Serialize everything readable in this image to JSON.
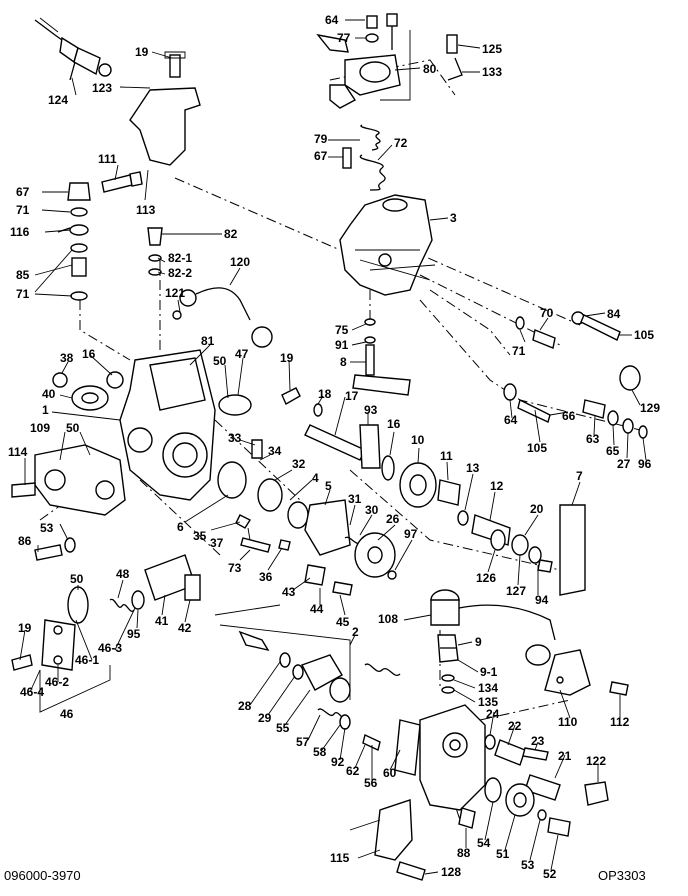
{
  "footer": {
    "left": "096000-3970",
    "right": "OP3303"
  },
  "labels": [
    {
      "id": "l124",
      "text": "124"
    },
    {
      "id": "l19a",
      "text": "19"
    },
    {
      "id": "l123",
      "text": "123"
    },
    {
      "id": "l64a",
      "text": "64"
    },
    {
      "id": "l77",
      "text": "77"
    },
    {
      "id": "l80",
      "text": "80"
    },
    {
      "id": "l125",
      "text": "125"
    },
    {
      "id": "l133",
      "text": "133"
    },
    {
      "id": "l79",
      "text": "79"
    },
    {
      "id": "l72",
      "text": "72"
    },
    {
      "id": "l67a",
      "text": "67"
    },
    {
      "id": "l111",
      "text": "111"
    },
    {
      "id": "l113",
      "text": "113"
    },
    {
      "id": "l67b",
      "text": "67"
    },
    {
      "id": "l71a",
      "text": "71"
    },
    {
      "id": "l116",
      "text": "116"
    },
    {
      "id": "l85",
      "text": "85"
    },
    {
      "id": "l71b",
      "text": "71"
    },
    {
      "id": "l3",
      "text": "3"
    },
    {
      "id": "l82",
      "text": "82"
    },
    {
      "id": "l821",
      "text": "82-1"
    },
    {
      "id": "l822",
      "text": "82-2"
    },
    {
      "id": "l120",
      "text": "120"
    },
    {
      "id": "l121",
      "text": "121"
    },
    {
      "id": "l84",
      "text": "84"
    },
    {
      "id": "l70",
      "text": "70"
    },
    {
      "id": "l105a",
      "text": "105"
    },
    {
      "id": "l71c",
      "text": "71"
    },
    {
      "id": "l75",
      "text": "75"
    },
    {
      "id": "l91",
      "text": "91"
    },
    {
      "id": "l8",
      "text": "8"
    },
    {
      "id": "l38",
      "text": "38"
    },
    {
      "id": "l16a",
      "text": "16"
    },
    {
      "id": "l81",
      "text": "81"
    },
    {
      "id": "l47",
      "text": "47"
    },
    {
      "id": "l19b",
      "text": "19"
    },
    {
      "id": "l50a",
      "text": "50"
    },
    {
      "id": "l129",
      "text": "129"
    },
    {
      "id": "l40",
      "text": "40"
    },
    {
      "id": "l1",
      "text": "1"
    },
    {
      "id": "l18",
      "text": "18"
    },
    {
      "id": "l17",
      "text": "17"
    },
    {
      "id": "l93",
      "text": "93"
    },
    {
      "id": "l64b",
      "text": "64"
    },
    {
      "id": "l66",
      "text": "66"
    },
    {
      "id": "l109",
      "text": "109"
    },
    {
      "id": "l50b",
      "text": "50"
    },
    {
      "id": "l105b",
      "text": "105"
    },
    {
      "id": "l63",
      "text": "63"
    },
    {
      "id": "l65",
      "text": "65"
    },
    {
      "id": "l27",
      "text": "27"
    },
    {
      "id": "l96",
      "text": "96"
    },
    {
      "id": "l33",
      "text": "33"
    },
    {
      "id": "l16b",
      "text": "16"
    },
    {
      "id": "l10",
      "text": "10"
    },
    {
      "id": "l34",
      "text": "34"
    },
    {
      "id": "l114",
      "text": "114"
    },
    {
      "id": "l32",
      "text": "32"
    },
    {
      "id": "l11",
      "text": "11"
    },
    {
      "id": "l13",
      "text": "13"
    },
    {
      "id": "l4",
      "text": "4"
    },
    {
      "id": "l7",
      "text": "7"
    },
    {
      "id": "l5",
      "text": "5"
    },
    {
      "id": "l12",
      "text": "12"
    },
    {
      "id": "l31",
      "text": "31"
    },
    {
      "id": "l6",
      "text": "6"
    },
    {
      "id": "l20",
      "text": "20"
    },
    {
      "id": "l30",
      "text": "30"
    },
    {
      "id": "l35",
      "text": "35"
    },
    {
      "id": "l37",
      "text": "37"
    },
    {
      "id": "l26",
      "text": "26"
    },
    {
      "id": "l53a",
      "text": "53"
    },
    {
      "id": "l97",
      "text": "97"
    },
    {
      "id": "l86",
      "text": "86"
    },
    {
      "id": "l126",
      "text": "126"
    },
    {
      "id": "l127",
      "text": "127"
    },
    {
      "id": "l94",
      "text": "94"
    },
    {
      "id": "l73",
      "text": "73"
    },
    {
      "id": "l36",
      "text": "36"
    },
    {
      "id": "l50c",
      "text": "50"
    },
    {
      "id": "l48",
      "text": "48"
    },
    {
      "id": "l43",
      "text": "43"
    },
    {
      "id": "l44",
      "text": "44"
    },
    {
      "id": "l45",
      "text": "45"
    },
    {
      "id": "l95",
      "text": "95"
    },
    {
      "id": "l41",
      "text": "41"
    },
    {
      "id": "l42",
      "text": "42"
    },
    {
      "id": "l108",
      "text": "108"
    },
    {
      "id": "l19c",
      "text": "19"
    },
    {
      "id": "l2",
      "text": "2"
    },
    {
      "id": "l463",
      "text": "46-3"
    },
    {
      "id": "l461",
      "text": "46-1"
    },
    {
      "id": "l9",
      "text": "9"
    },
    {
      "id": "l91b",
      "text": "9-1"
    },
    {
      "id": "l462",
      "text": "46-2"
    },
    {
      "id": "l464",
      "text": "46-4"
    },
    {
      "id": "l46",
      "text": "46"
    },
    {
      "id": "l134",
      "text": "134"
    },
    {
      "id": "l135",
      "text": "135"
    },
    {
      "id": "l28",
      "text": "28"
    },
    {
      "id": "l29",
      "text": "29"
    },
    {
      "id": "l55",
      "text": "55"
    },
    {
      "id": "l57",
      "text": "57"
    },
    {
      "id": "l58",
      "text": "58"
    },
    {
      "id": "l92",
      "text": "92"
    },
    {
      "id": "l62",
      "text": "62"
    },
    {
      "id": "l60",
      "text": "60"
    },
    {
      "id": "l56",
      "text": "56"
    },
    {
      "id": "l24",
      "text": "24"
    },
    {
      "id": "l22",
      "text": "22"
    },
    {
      "id": "l23",
      "text": "23"
    },
    {
      "id": "l110",
      "text": "110"
    },
    {
      "id": "l112",
      "text": "112"
    },
    {
      "id": "l21",
      "text": "21"
    },
    {
      "id": "l122",
      "text": "122"
    },
    {
      "id": "l88",
      "text": "88"
    },
    {
      "id": "l54",
      "text": "54"
    },
    {
      "id": "l51",
      "text": "51"
    },
    {
      "id": "l53b",
      "text": "53"
    },
    {
      "id": "l52",
      "text": "52"
    },
    {
      "id": "l115",
      "text": "115"
    },
    {
      "id": "l128",
      "text": "128"
    }
  ]
}
